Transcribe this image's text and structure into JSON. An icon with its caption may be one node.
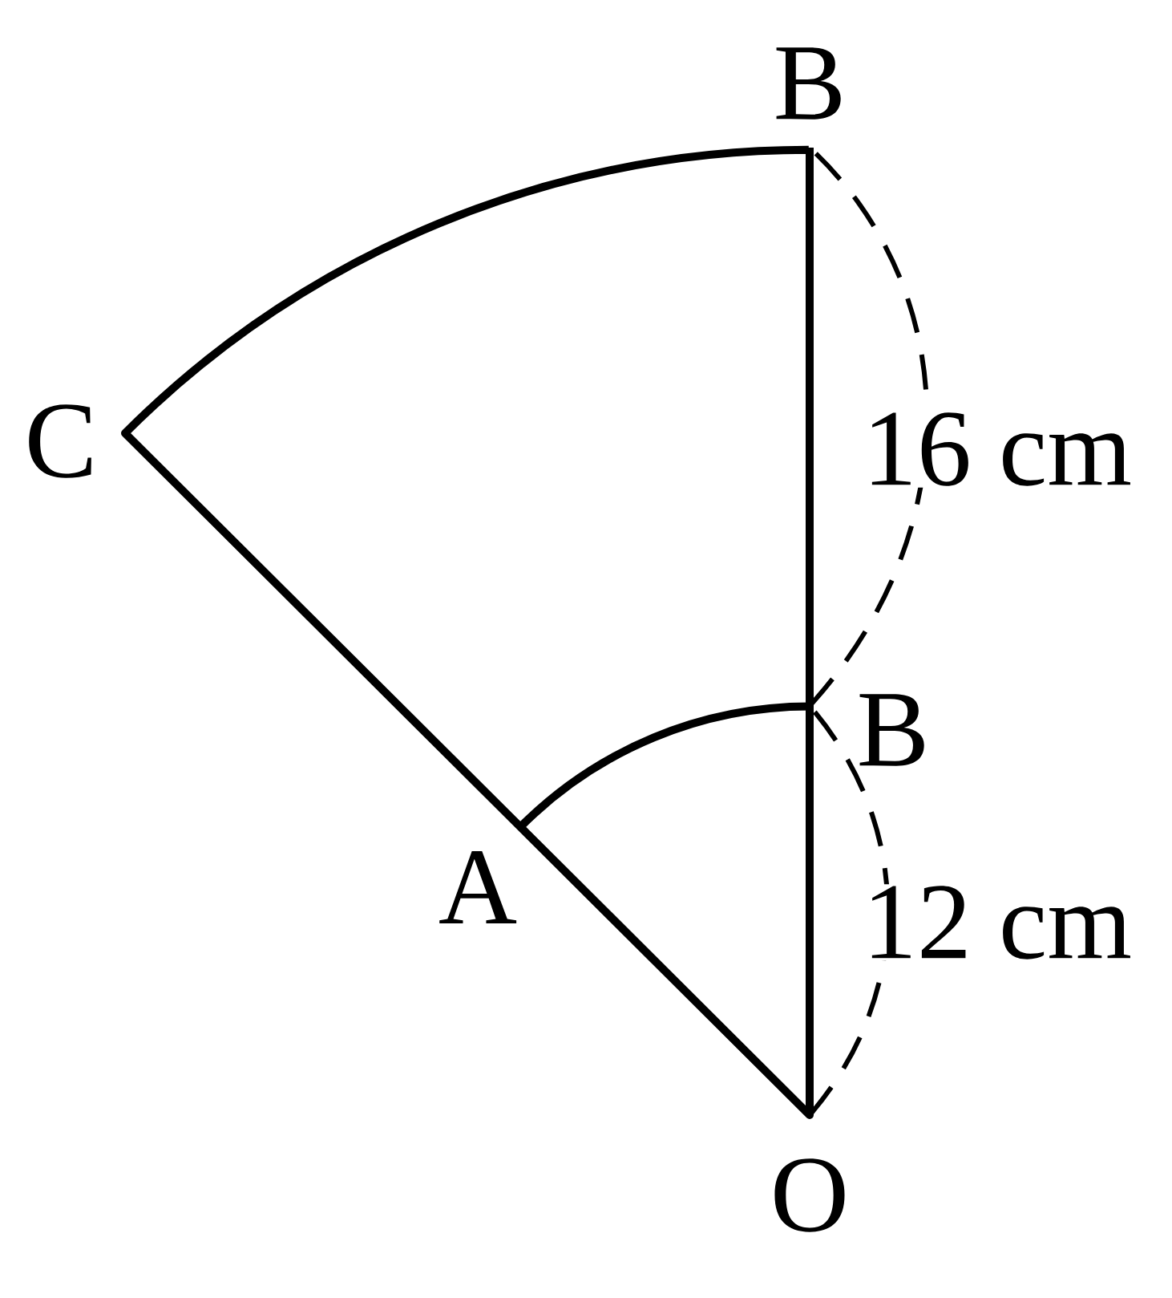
{
  "diagram": {
    "labels": [
      "B",
      "C",
      "16 cm",
      "B",
      "A",
      "12 cm",
      "O"
    ]
  }
}
